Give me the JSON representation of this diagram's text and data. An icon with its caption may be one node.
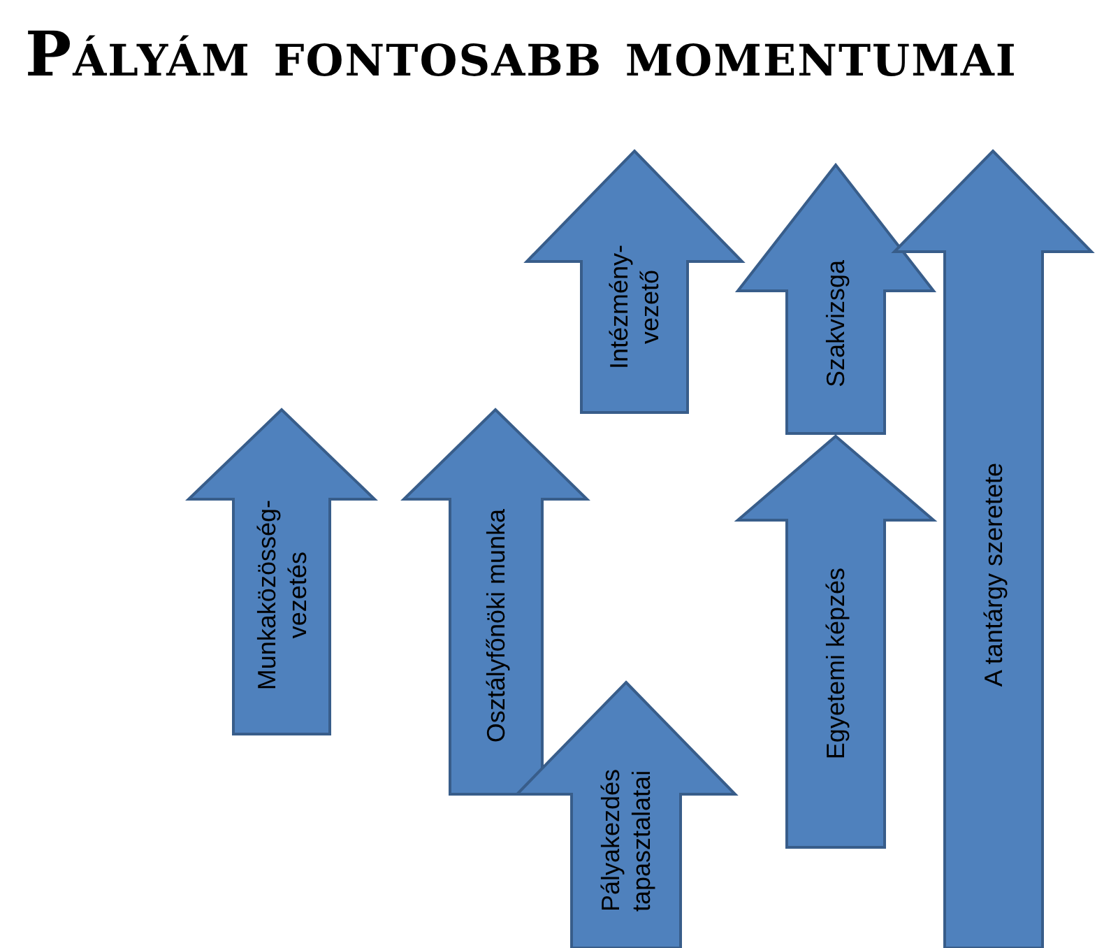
{
  "diagram": {
    "title": "Pályám fontosabb momentumai",
    "nodes": [
      {
        "text": [
          "Munkaközösség- vezetés"
        ]
      },
      {
        "text": [
          "Osztályfőnöki munka"
        ]
      },
      {
        "text": [
          "Intézmény- vezető"
        ]
      },
      {
        "text": [
          "Pályakezdés tapasztalatai"
        ]
      },
      {
        "text": [
          "Szakvizsga"
        ]
      },
      {
        "text": [
          "Egyetemi képzés"
        ]
      },
      {
        "text": [
          "A tantárgy szeretete"
        ]
      }
    ],
    "edges": []
  }
}
